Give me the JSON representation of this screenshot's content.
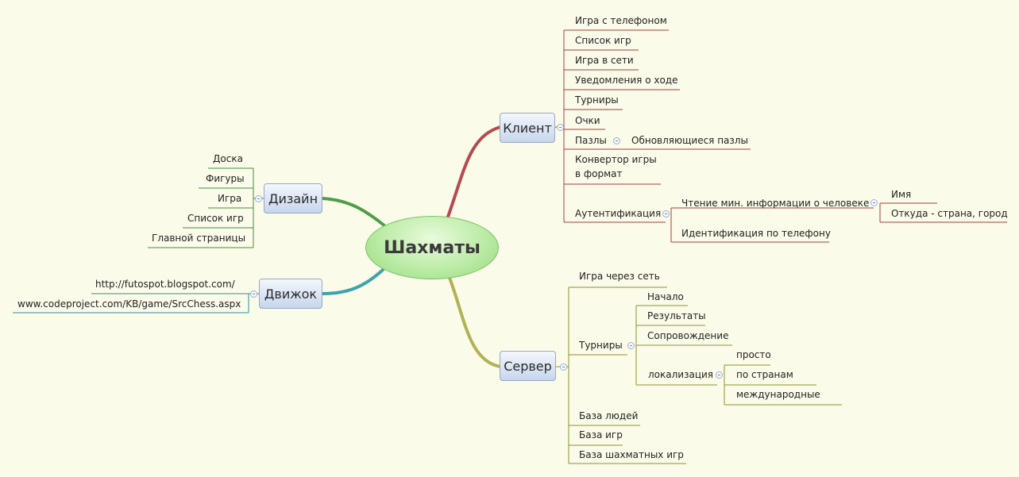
{
  "central": "Шахматы",
  "colors": {
    "background": "#fbfbe9",
    "client_branch": "#b44b50",
    "server_branch": "#b2b255",
    "design_branch": "#4f9d46",
    "engine_branch": "#3ea3ad",
    "client_lines": "#a83b3f",
    "server_lines": "#8d9131",
    "design_lines": "#3f8f3a",
    "engine_lines": "#2f8f99"
  },
  "client": {
    "label": "Клиент",
    "items": [
      "Игра с телефоном",
      "Список игр",
      "Игра в сети",
      "Уведомления о ходе",
      "Турниры",
      "Очки",
      "Пазлы",
      "Конвертор игры в формат",
      "Аутентификация"
    ],
    "puzzles_child": "Обновляющиеся пазлы",
    "auth_children": [
      "Чтение мин. информации о человеке",
      "Идентификация по телефону"
    ],
    "info_children": [
      "Имя",
      "Откуда - страна, город"
    ]
  },
  "design": {
    "label": "Дизайн",
    "items": [
      "Доска",
      "Фигуры",
      "Игра",
      "Список игр",
      "Главной страницы"
    ]
  },
  "engine": {
    "label": "Движок",
    "items": [
      "http://futospot.blogspot.com/",
      "www.codeproject.com/KB/game/SrcChess.aspx"
    ]
  },
  "server": {
    "label": "Сервер",
    "items": [
      "Игра через сеть",
      "Турниры",
      "База людей",
      "База игр",
      "База шахматных игр"
    ],
    "tournament_children": [
      "Начало",
      "Результаты",
      "Сопровождение",
      "локализация"
    ],
    "localization_children": [
      "просто",
      "по странам",
      "международные"
    ]
  }
}
